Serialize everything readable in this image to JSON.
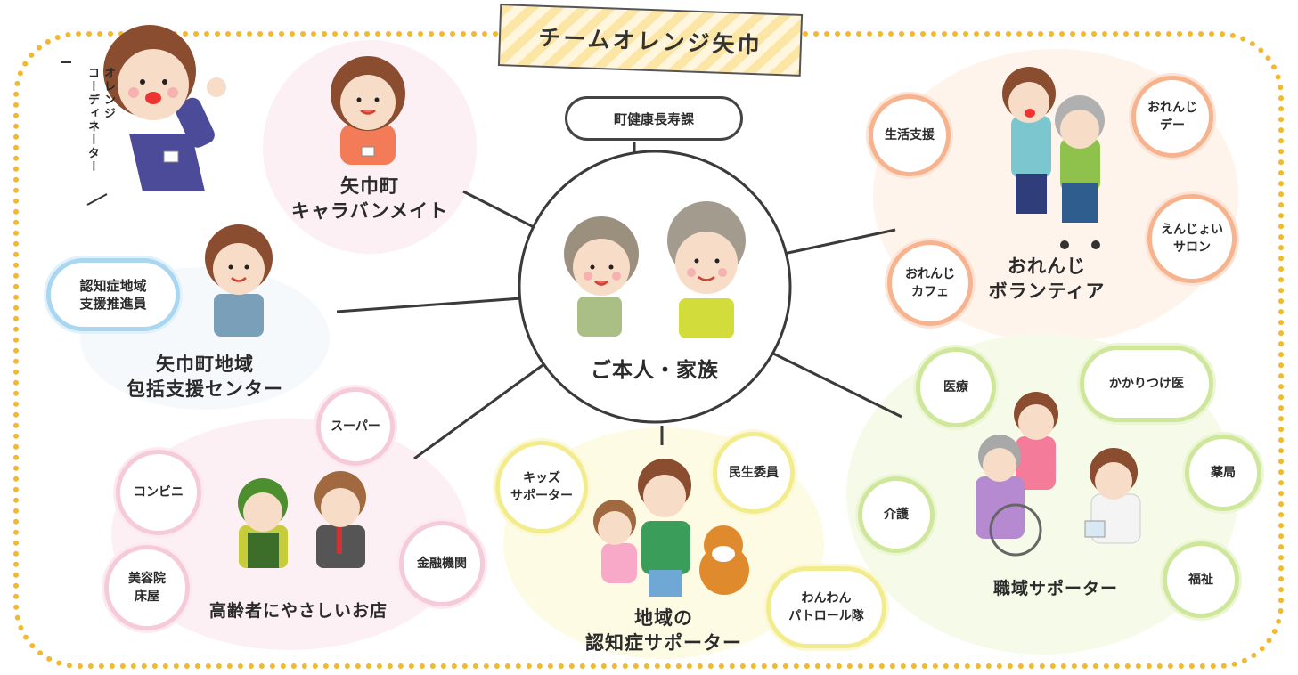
{
  "banner_title": "チームオレンジ矢巾",
  "division": "町健康長寿課",
  "center": "ご本人・家族",
  "coordinator": "オレンジ\nコーディネーター",
  "caravan_mate": "矢巾町\nキャラバンメイト",
  "promoter": "認知症地域\n支援推進員",
  "support_center": "矢巾町地域\n包括支援センター",
  "volunteer": {
    "label": "おれんじ\nボランティア",
    "items": [
      "生活支援",
      "おれんじ\nデー",
      "えんじょい\nサロン",
      "おれんじ\nカフェ"
    ]
  },
  "workplace": {
    "label": "職域サポーター",
    "items": [
      "医療",
      "かかりつけ医",
      "薬局",
      "介護",
      "福祉"
    ]
  },
  "community": {
    "label": "地域の\n認知症サポーター",
    "items": [
      "キッズ\nサポーター",
      "民生委員",
      "わんわん\nパトロール隊"
    ]
  },
  "shop": {
    "label": "高齢者にやさしいお店",
    "items": [
      "スーパー",
      "コンビニ",
      "金融機関",
      "美容院\n床屋"
    ]
  },
  "colors": {
    "dots": "#f2b830",
    "orange": "#f6b38e",
    "green": "#cfe79b",
    "pink": "#f6cbd8",
    "yellow": "#f3ec8c",
    "blue": "#a9d6f0"
  }
}
